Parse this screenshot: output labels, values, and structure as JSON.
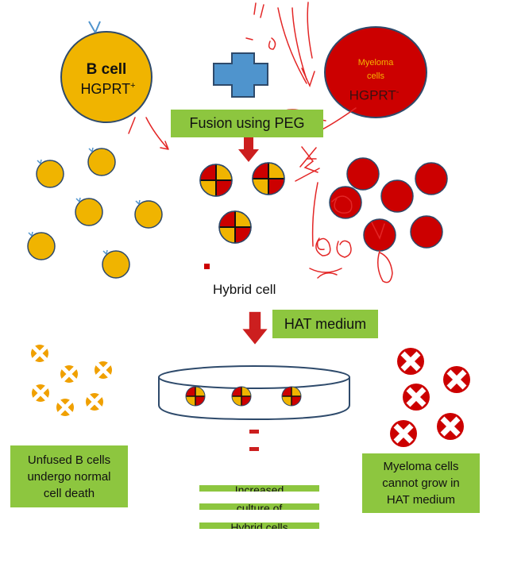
{
  "b_cell": {
    "title": "B cell",
    "subtitle": "HGPRT",
    "superscript": "+"
  },
  "myeloma": {
    "title": "Myeloma",
    "title2": "cells",
    "subtitle": "HGPRT",
    "superscript": "-"
  },
  "fusion_label": "Fusion using PEG",
  "hybrid_label": "Hybrid cell",
  "hat_label": "HAT medium",
  "unfused_label": [
    "Unfused B cells",
    "undergo normal",
    "cell death"
  ],
  "myeloma_hat_label": [
    "Myeloma  cells",
    "cannot grow in",
    "HAT medium"
  ],
  "culture_label": [
    "Increased",
    "culture of",
    "Hybrid cells"
  ],
  "colors": {
    "b_cell_fill": "#f0b400",
    "myeloma_fill": "#cc0000",
    "label_box": "#8dc63f",
    "arrow": "#cc1f1f",
    "cross": "#4f94cd",
    "ink": "#e32626"
  }
}
